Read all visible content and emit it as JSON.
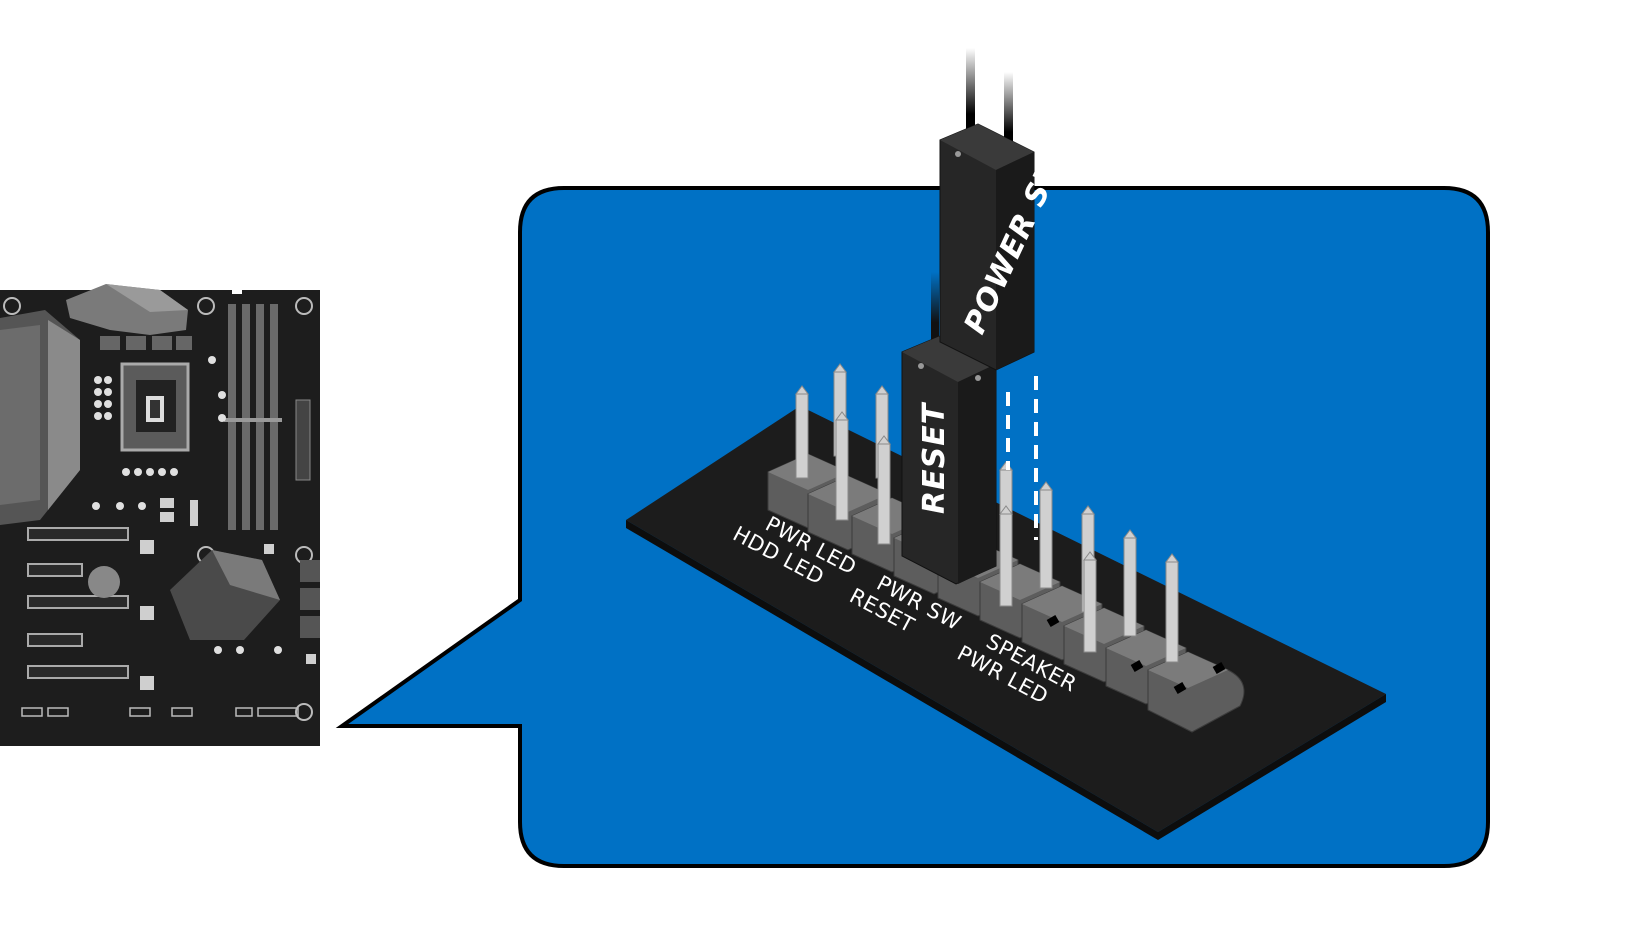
{
  "colors": {
    "callout": "#0071c5",
    "board": "#1c1c1c",
    "connector": "#222222",
    "pin": "#d6d6d6"
  },
  "labels": {
    "pwr_led_top": "PWR LED",
    "hdd_led": "HDD LED",
    "pwr_sw": "PWR SW",
    "reset": "RESET",
    "speaker": "SPEAKER",
    "pwr_led_bottom": "PWR LED"
  },
  "connectors": {
    "power_sw": "POWER SW",
    "reset": "RESET"
  }
}
